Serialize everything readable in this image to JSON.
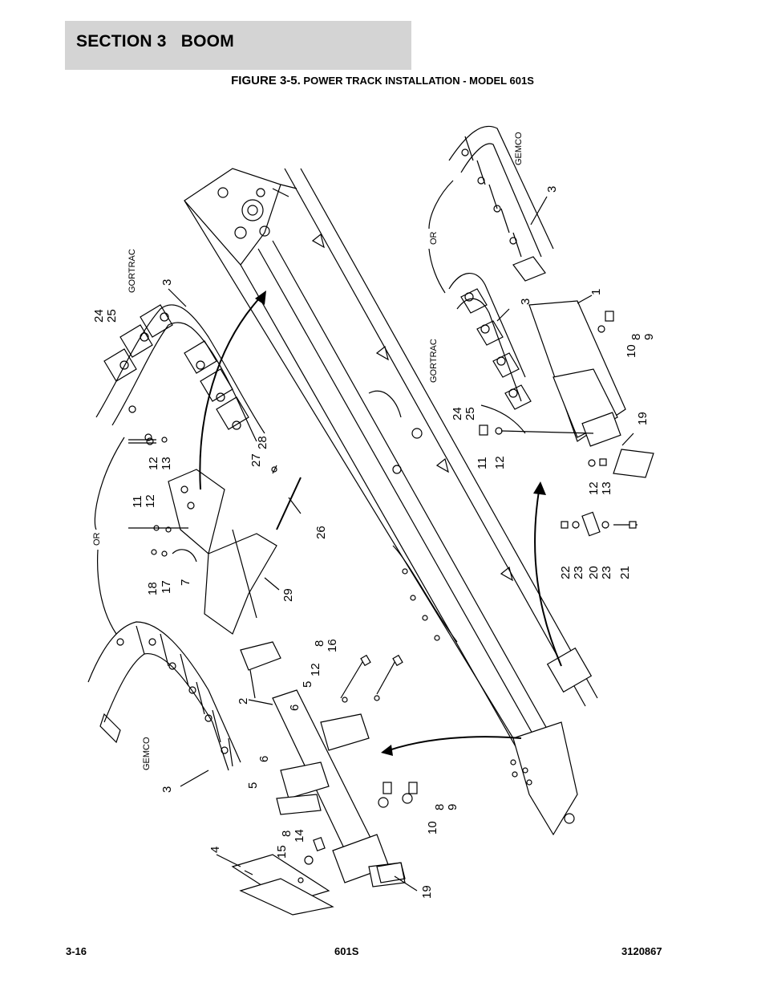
{
  "header": {
    "section_title": "SECTION 3   BOOM",
    "figure_prefix": "FIGURE 3-5.",
    "figure_title": " POWER TRACK INSTALLATION - MODEL 601S"
  },
  "footer": {
    "page_number": "3-16",
    "model": "601S",
    "manual_number": "3120867"
  },
  "diagram": {
    "labels": {
      "gortrac_left": "GORTRAC",
      "gortrac_right": "GORTRAC",
      "gemco_left": "GEMCO",
      "gemco_right": "GEMCO",
      "or_left": "OR",
      "or_right": "OR"
    },
    "callouts": [
      {
        "id": "c1",
        "text": "1"
      },
      {
        "id": "c2",
        "text": "2"
      },
      {
        "id": "c3a",
        "text": "3"
      },
      {
        "id": "c3b",
        "text": "3"
      },
      {
        "id": "c3c",
        "text": "3"
      },
      {
        "id": "c3d",
        "text": "3"
      },
      {
        "id": "c4",
        "text": "4"
      },
      {
        "id": "c5a",
        "text": "5"
      },
      {
        "id": "c5b",
        "text": "5"
      },
      {
        "id": "c6a",
        "text": "6"
      },
      {
        "id": "c6b",
        "text": "6"
      },
      {
        "id": "c7",
        "text": "7"
      },
      {
        "id": "c8a",
        "text": "8"
      },
      {
        "id": "c8b",
        "text": "8"
      },
      {
        "id": "c8c",
        "text": "8"
      },
      {
        "id": "c8d",
        "text": "8"
      },
      {
        "id": "c9a",
        "text": "9"
      },
      {
        "id": "c9b",
        "text": "9"
      },
      {
        "id": "c10a",
        "text": "10"
      },
      {
        "id": "c10b",
        "text": "10"
      },
      {
        "id": "c11a",
        "text": "11"
      },
      {
        "id": "c11b",
        "text": "11"
      },
      {
        "id": "c12a",
        "text": "12"
      },
      {
        "id": "c12b",
        "text": "12"
      },
      {
        "id": "c12c",
        "text": "12"
      },
      {
        "id": "c12d",
        "text": "12"
      },
      {
        "id": "c12e",
        "text": "12"
      },
      {
        "id": "c13a",
        "text": "13"
      },
      {
        "id": "c13b",
        "text": "13"
      },
      {
        "id": "c14",
        "text": "14"
      },
      {
        "id": "c15",
        "text": "15"
      },
      {
        "id": "c16",
        "text": "16"
      },
      {
        "id": "c17",
        "text": "17"
      },
      {
        "id": "c18",
        "text": "18"
      },
      {
        "id": "c19a",
        "text": "19"
      },
      {
        "id": "c19b",
        "text": "19"
      },
      {
        "id": "c20",
        "text": "20"
      },
      {
        "id": "c21",
        "text": "21"
      },
      {
        "id": "c22",
        "text": "22"
      },
      {
        "id": "c23a",
        "text": "23"
      },
      {
        "id": "c23b",
        "text": "23"
      },
      {
        "id": "c24a",
        "text": "24"
      },
      {
        "id": "c24b",
        "text": "24"
      },
      {
        "id": "c25a",
        "text": "25"
      },
      {
        "id": "c25b",
        "text": "25"
      },
      {
        "id": "c26",
        "text": "26"
      },
      {
        "id": "c27",
        "text": "27"
      },
      {
        "id": "c28",
        "text": "28"
      },
      {
        "id": "c29",
        "text": "29"
      }
    ]
  }
}
